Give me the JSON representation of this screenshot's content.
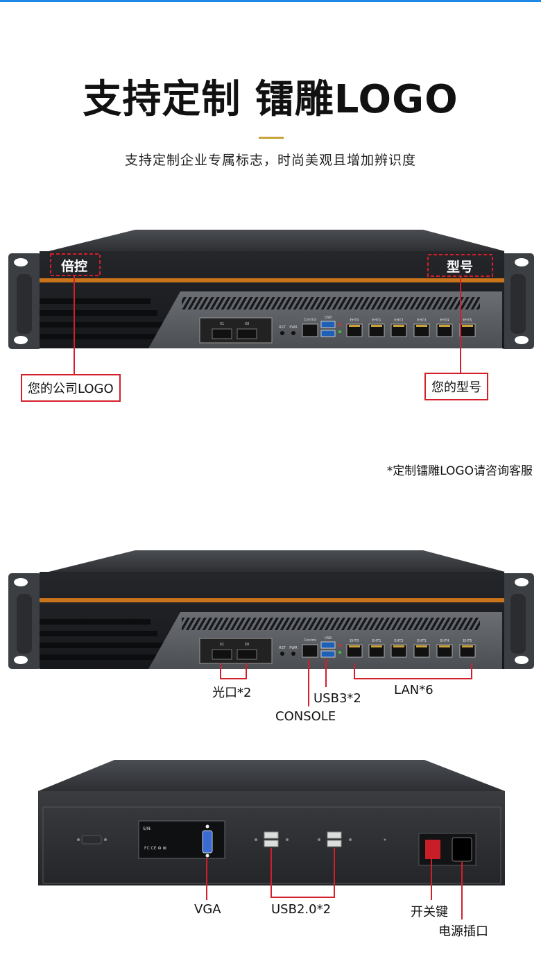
{
  "header": {
    "title": "支持定制 镭雕LOGO",
    "subtitle": "支持定制企业专属标志，时尚美观且增加辨识度"
  },
  "front_custom": {
    "logo_on_panel": "倍控",
    "model_on_panel": "型号",
    "callout_logo": "您的公司LOGO",
    "callout_model": "您的型号"
  },
  "note": "*定制镭雕LOGO请咨询客服",
  "panel_text": {
    "sfp_ports": [
      "X1",
      "X0"
    ],
    "rst": "RST",
    "pwr": "PWR",
    "control": "Control",
    "usb": "USB",
    "lan_ports": [
      "EHT0",
      "EHT1",
      "EHT2",
      "EHT3",
      "EHT4",
      "EHT5"
    ],
    "sn": "S/N:"
  },
  "front_ports": {
    "optical": "光口*2",
    "usb3": "USB3*2",
    "console": "CONSOLE",
    "lan": "LAN*6"
  },
  "rear_ports": {
    "vga": "VGA",
    "usb2": "USB2.0*2",
    "power_switch": "开关键",
    "power_socket": "电源插口"
  },
  "colors": {
    "accent_orange": "#c9731a",
    "callout_red": "#d21f2a",
    "chassis_dark": "#2b2d30",
    "title_underline": "#c9a23a"
  }
}
